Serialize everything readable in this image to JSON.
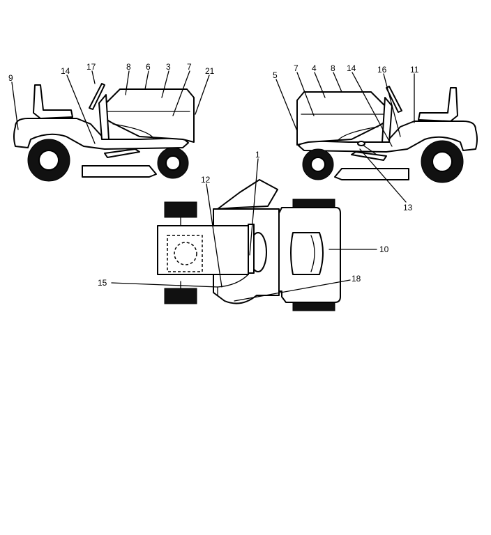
{
  "diagram": {
    "left_view_labels": [
      "9",
      "14",
      "17",
      "8",
      "6",
      "3",
      "7",
      "21"
    ],
    "right_view_labels": [
      "5",
      "7",
      "4",
      "8",
      "14",
      "16",
      "11",
      "13"
    ],
    "top_view_labels": [
      "1",
      "12",
      "10",
      "15",
      "18"
    ]
  }
}
